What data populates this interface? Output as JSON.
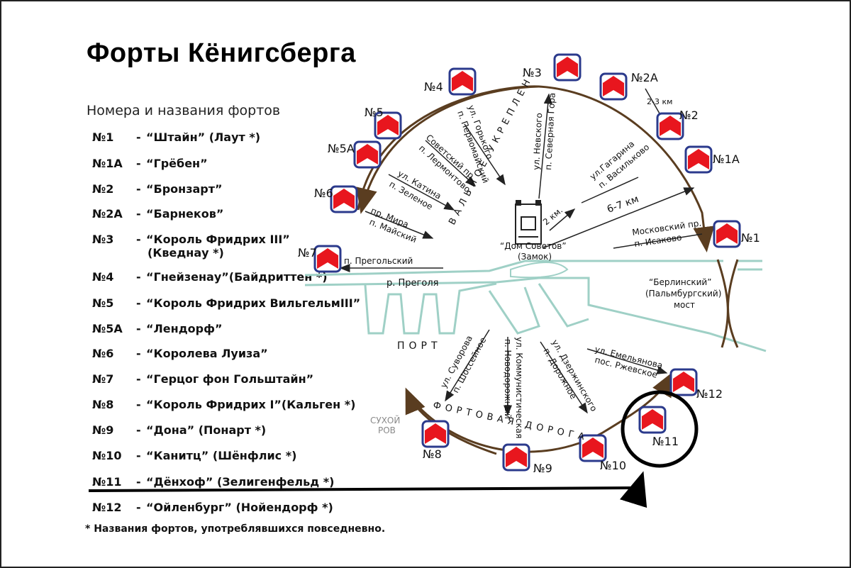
{
  "title": "Форты Кёнигсберга",
  "subtitle": "Номера и названия фортов",
  "legend": [
    {
      "num": "№1",
      "name": "“Штайн” (Лаут *)"
    },
    {
      "num": "№1А",
      "name": "“Грёбен”"
    },
    {
      "num": "№2",
      "name": "“Бронзарт”"
    },
    {
      "num": "№2А",
      "name": "“Барнеков”"
    },
    {
      "num": "№3",
      "name": "“Король Фридрих III”",
      "name2": "(Кведнау *)"
    },
    {
      "num": "№4",
      "name": "“Гнейзенау”(Байдриттен *)"
    },
    {
      "num": "№5",
      "name": "“Король Фридрих ВильгельмIII”"
    },
    {
      "num": "№5А",
      "name": "“Лендорф”"
    },
    {
      "num": "№6",
      "name": "“Королева Луиза”"
    },
    {
      "num": "№7",
      "name": "“Герцог фон Гольштайн”"
    },
    {
      "num": "№8",
      "name": "“Король Фридрих I”(Кальген *)"
    },
    {
      "num": "№9",
      "name": "“Дона” (Понарт *)"
    },
    {
      "num": "№10",
      "name": "“Канитц” (Шёнфлис *)"
    },
    {
      "num": "№11",
      "name": "“Дёнхоф” (Зелигенфельд *)"
    },
    {
      "num": "№12",
      "name": "“Ойленбург” (Нойендорф *)"
    }
  ],
  "legend_separator": "-",
  "footnote": "* Названия фортов, употреблявшихся повседневно.",
  "map": {
    "forts": [
      {
        "label": "№3"
      },
      {
        "label": "№4"
      },
      {
        "label": "№2А"
      },
      {
        "label": "№5"
      },
      {
        "label": "№2"
      },
      {
        "label": "№5А"
      },
      {
        "label": "№1А"
      },
      {
        "label": "№6"
      },
      {
        "label": "№1"
      },
      {
        "label": "№7"
      },
      {
        "label": "№12"
      },
      {
        "label": "№11"
      },
      {
        "label": "№8"
      },
      {
        "label": "№9"
      },
      {
        "label": "№10"
      }
    ],
    "center_label": "“Дом Советов”",
    "center_sublabel": "(Замок)",
    "ring_north": "ВАЛЬНОЕ  УКРЕПЛЕН",
    "ring_south": "ФОРТОВАЯ  ДОРОГА",
    "port": "ПОРТ",
    "dry_moat_1": "СУХОЙ",
    "dry_moat_2": "РОВ",
    "river": "р. Преголя",
    "bridge_1": "“Берлинский”",
    "bridge_2": "(Пальмбургский)",
    "bridge_3": "мост",
    "dist_2km": "2 км.",
    "dist_67km": "6-7 км",
    "dist_23km": "2-3 км",
    "streets": {
      "gorkogo_1": "ул. Горького",
      "gorkogo_2": "п. Первомайский",
      "nevskogo_1": "ул. Невского",
      "nevskogo_2": "п. Северная Гора",
      "sovetsky_1": "Советский пр.",
      "sovetsky_2": "п. Лермонтово",
      "katina_1": "ул. Катина",
      "katina_2": "п. Зеленое",
      "mira_1": "пр. Мира",
      "mira_2": "п. Майский",
      "gagarina_1": "ул.Гагарина",
      "gagarina_2": "п. Васильково",
      "moskovsky_1": "Московский пр.",
      "moskovsky_2": "п. Исаково",
      "pregolsky": "п. Прегольский",
      "suvorova_1": "ул. Суворова",
      "suvorova_2": "п. Шоссейное",
      "kommun_1": "ул. Коммунистическая",
      "kommun_2": "п. Новодорожный",
      "dzerzh_1": "ул. Дзержинского",
      "dzerzh_2": "п. Дорожное",
      "emel_1": "ул. Емельянова",
      "emel_2": "пос. Ржевское"
    },
    "colors": {
      "fort_red": "#e8161e",
      "fort_outline": "#2b3a8c",
      "ring": "#5a3d20",
      "river": "#9fd0c6",
      "highlight": "#000000"
    }
  }
}
